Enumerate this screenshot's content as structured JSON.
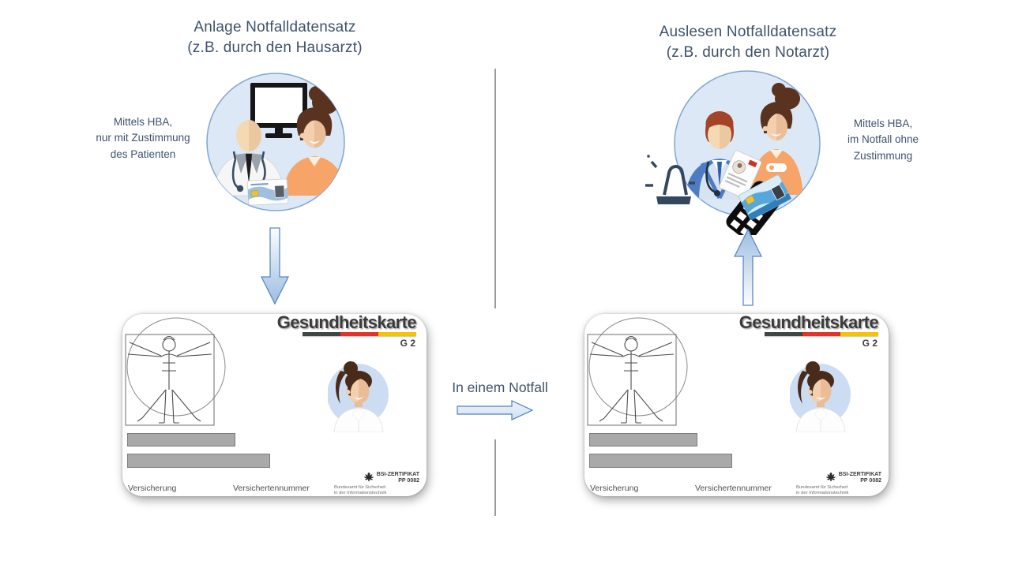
{
  "left_flow": {
    "title_line1": "Anlage Notfalldatensatz",
    "title_line2": "(z.B. durch den Hausarzt)",
    "note_line1": "Mittels HBA,",
    "note_line2": "nur mit Zustimmung",
    "note_line3": "des Patienten"
  },
  "right_flow": {
    "title_line1": "Auslesen Notfalldatensatz",
    "title_line2": "(z.B. durch den Notarzt)",
    "note_line1": "Mittels HBA,",
    "note_line2": "im Notfall ohne",
    "note_line3": "Zustimmung"
  },
  "center": {
    "label": "In einem Notfall"
  },
  "card": {
    "title": "Gesundheitskarte",
    "generation": "G 2",
    "insurance_label": "Versicherung",
    "insured_number_label": "Versichertennummer",
    "bsi_cert_line1": "BSI-ZERTIFIKAT",
    "bsi_cert_line2": "PP 0082",
    "bsi_org_line1": "Bundesamt für Sicherheit",
    "bsi_org_line2": "in der Informationstechnik"
  },
  "icons": {
    "left_scene": "doctor-patient-monitor-with-egk-card",
    "right_scene": "emergency-doctor-patient-siren-card-reader",
    "down_arrow": "gradient-down-arrow",
    "up_arrow": "gradient-up-arrow",
    "right_arrow": "gradient-right-arrow",
    "vitruvian": "vitruvian-man-line-drawing",
    "photo": "insured-woman-avatar",
    "eagle": "federal-eagle"
  },
  "colors": {
    "title_text": "#3e526d",
    "circle_fill": "#dce8f6",
    "circle_stroke": "#7fa5d3",
    "arrow_stroke": "#5c88c4",
    "flag_dark": "#3f4744",
    "flag_red": "#e53127",
    "flag_yellow": "#f2c500",
    "card_title_text": "#3b3b3b",
    "divider_gray": "#9b9b9b",
    "placeholder_bar": "#a9a9a9"
  }
}
